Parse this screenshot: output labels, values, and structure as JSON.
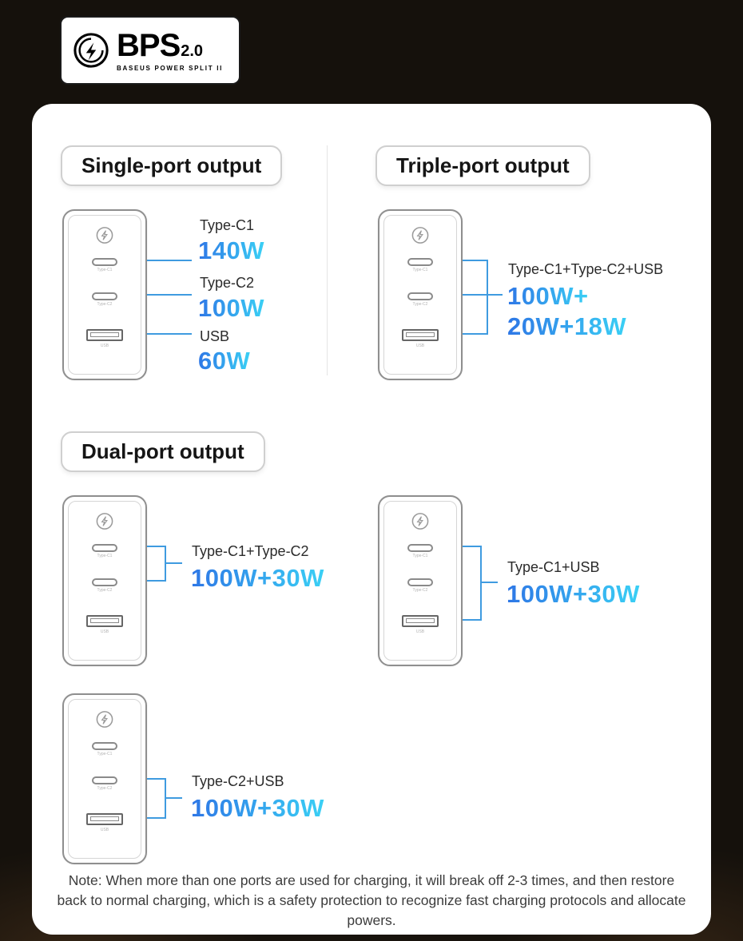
{
  "logo": {
    "name": "BPS",
    "version": "2.0",
    "subtitle": "BASEUS POWER SPLIT II"
  },
  "sections": {
    "single": {
      "title": "Single-port output"
    },
    "triple": {
      "title": "Triple-port output"
    },
    "dual": {
      "title": "Dual-port output"
    }
  },
  "charger_ports": {
    "c1": "Type-C1",
    "c2": "Type-C2",
    "usb": "USB"
  },
  "single_rows": [
    {
      "label": "Type-C1",
      "value": "140W"
    },
    {
      "label": "Type-C2",
      "value": "100W"
    },
    {
      "label": "USB",
      "value": "60W"
    }
  ],
  "triple_combo": {
    "label": "Type-C1+Type-C2+USB",
    "value1": "100W+",
    "value2": "20W+18W"
  },
  "dual_combos": [
    {
      "label": "Type-C1+Type-C2",
      "value": "100W+30W"
    },
    {
      "label": "Type-C1+USB",
      "value": "100W+30W"
    },
    {
      "label": "Type-C2+USB",
      "value": "100W+30W"
    }
  ],
  "note": "Note: When more than one ports are used for charging, it will break off 2-3 times, and then restore back to normal charging, which is a safety protection to recognize fast charging protocols and allocate powers.",
  "colors": {
    "accent_gradient_start": "#2e77e6",
    "accent_gradient_end": "#3ad0f5",
    "connector": "#3f9be0"
  }
}
